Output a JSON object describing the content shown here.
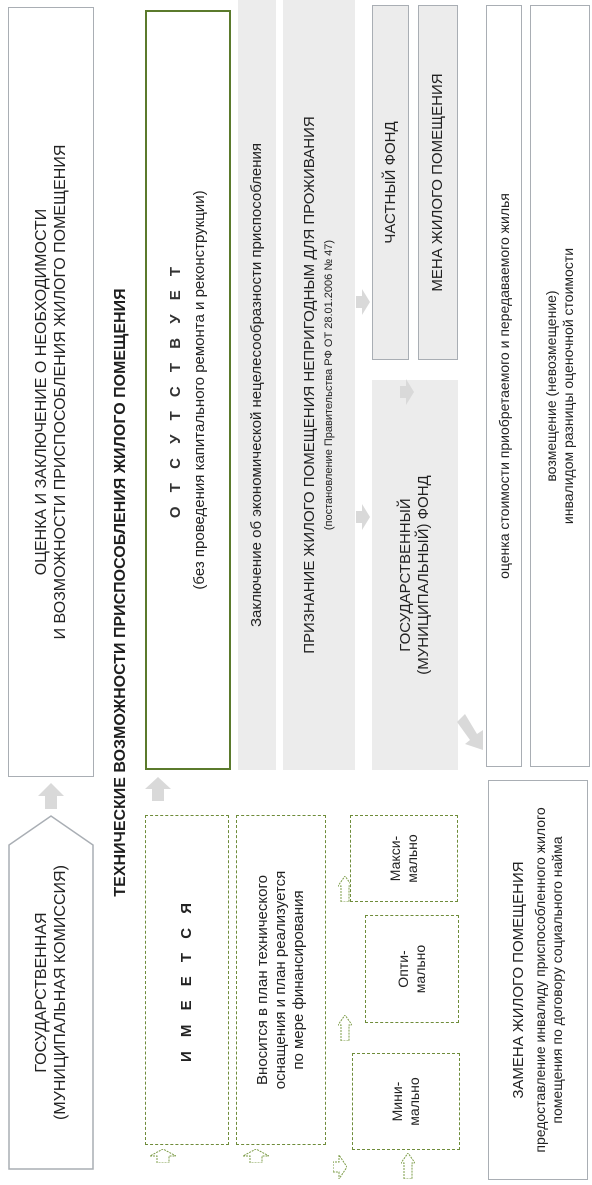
{
  "commission": {
    "line1": "ГОСУДАРСТВЕННАЯ",
    "line2": "(МУНИЦИПАЛЬНАЯ КОМИССИЯ)"
  },
  "assessment": {
    "line1": "ОЦЕНКА И ЗАКЛЮЧЕНИЕ О НЕОБХОДИМОСТИ",
    "line2": "И ВОЗМОЖНОСТИ ПРИСПОСОБЛЕНИЯ ЖИЛОГО ПОМЕЩЕНИЯ"
  },
  "header": "ТЕХНИЧЕСКИЕ ВОЗМОЖНОСТИ ПРИСПОСОБЛЕНИЯ ЖИЛОГО ПОМЕЩЕНИЯ",
  "has": {
    "label": "И М Е Е Т С Я",
    "plan_line1": "Вносится в план технического",
    "plan_line2": "оснащения и план реализуется",
    "plan_line3": "по мере финансирования",
    "options": [
      {
        "line1": "Мини-",
        "line2": "мально"
      },
      {
        "line1": "Опти-",
        "line2": "мально"
      },
      {
        "line1": "Макси-",
        "line2": "мально"
      }
    ]
  },
  "absent": {
    "label": "О Т С У Т С Т В У Е Т",
    "note": "(без проведения капитального ремонта и реконструкции)",
    "conclusion": "Заключение об экономической нецелесообразности приспособления",
    "unfit": "ПРИЗНАНИЕ ЖИЛОГО ПОМЕЩЕНИЯ НЕПРИГОДНЫМ ДЛЯ ПРОЖИВАНИЯ",
    "unfit_note": "(постановление Правительства РФ  ОТ 28.01.2006 № 47)",
    "state_fund_line1": "ГОСУДАРСТВЕННЫЙ",
    "state_fund_line2": "(МУНИЦИПАЛЬНЫЙ) ФОНД",
    "private_fund": "ЧАСТНЫЙ ФОНД",
    "exchange": "МЕНА ЖИЛОГО ПОМЕЩЕНИЯ"
  },
  "replacement": {
    "title": "ЗАМЕНА ЖИЛОГО ПОМЕЩЕНИЯ",
    "line1": "предоставление инвалиду приспособленного жилого",
    "line2": "помещения по договору социального найма"
  },
  "valuation": "оценка стоимости приобретаемого и передаваемого жилья",
  "compensation": {
    "line1": "возмещение  (невозмещение)",
    "line2": "инвалидом разницы оценочной стоимости"
  },
  "colors": {
    "dashed_border": "#6e8c3a",
    "solid_border": "#a9aeb4",
    "fill_gray": "#ececec",
    "arrow_gray": "#d9d9d9",
    "accent_green": "#5b7a2c"
  }
}
